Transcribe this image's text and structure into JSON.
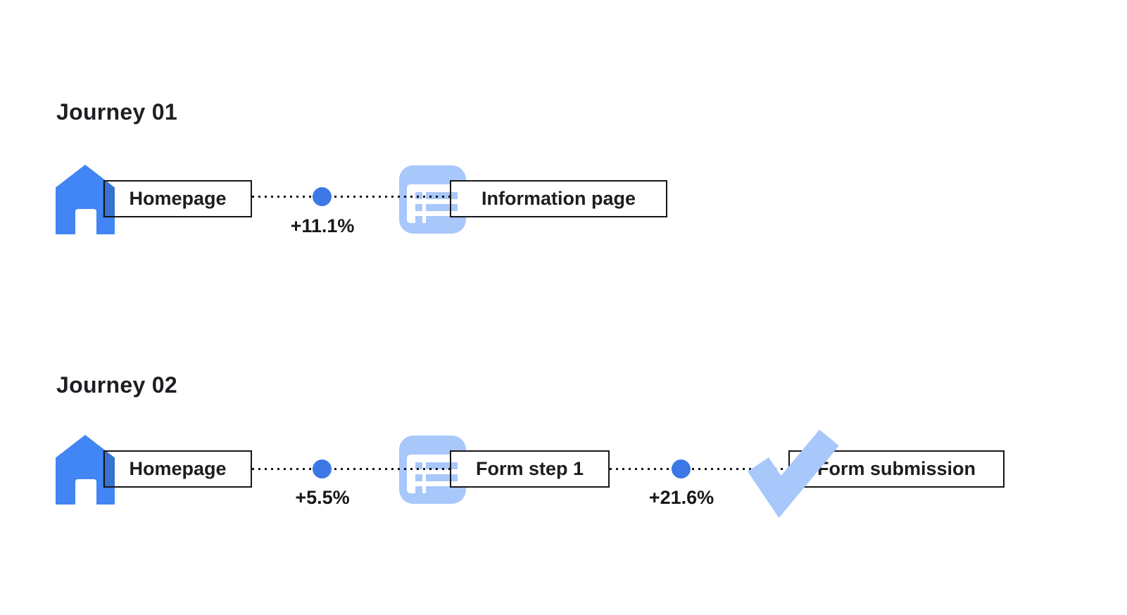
{
  "diagram": {
    "background": "#ffffff",
    "colors": {
      "house_blue": "#4285f4",
      "icon_light_blue": "#a8c7fa",
      "dot_blue": "#3c78e6",
      "line_black": "#151515",
      "text_black": "#1d1f22"
    },
    "icon_names": [
      "home-icon",
      "information-page-icon",
      "form-page-icon",
      "checkmark-icon"
    ]
  },
  "journeys": [
    {
      "title": "Journey 01",
      "steps": [
        {
          "icon": "home-icon",
          "label": "Homepage"
        },
        {
          "icon": "information-page-icon",
          "label": "Information page"
        }
      ],
      "transitions": [
        {
          "value": "+11.1%"
        }
      ]
    },
    {
      "title": "Journey 02",
      "steps": [
        {
          "icon": "home-icon",
          "label": "Homepage"
        },
        {
          "icon": "form-page-icon",
          "label": "Form step 1"
        },
        {
          "icon": "checkmark-icon",
          "label": "Form submission"
        }
      ],
      "transitions": [
        {
          "value": "+5.5%"
        },
        {
          "value": "+21.6%"
        }
      ]
    }
  ]
}
